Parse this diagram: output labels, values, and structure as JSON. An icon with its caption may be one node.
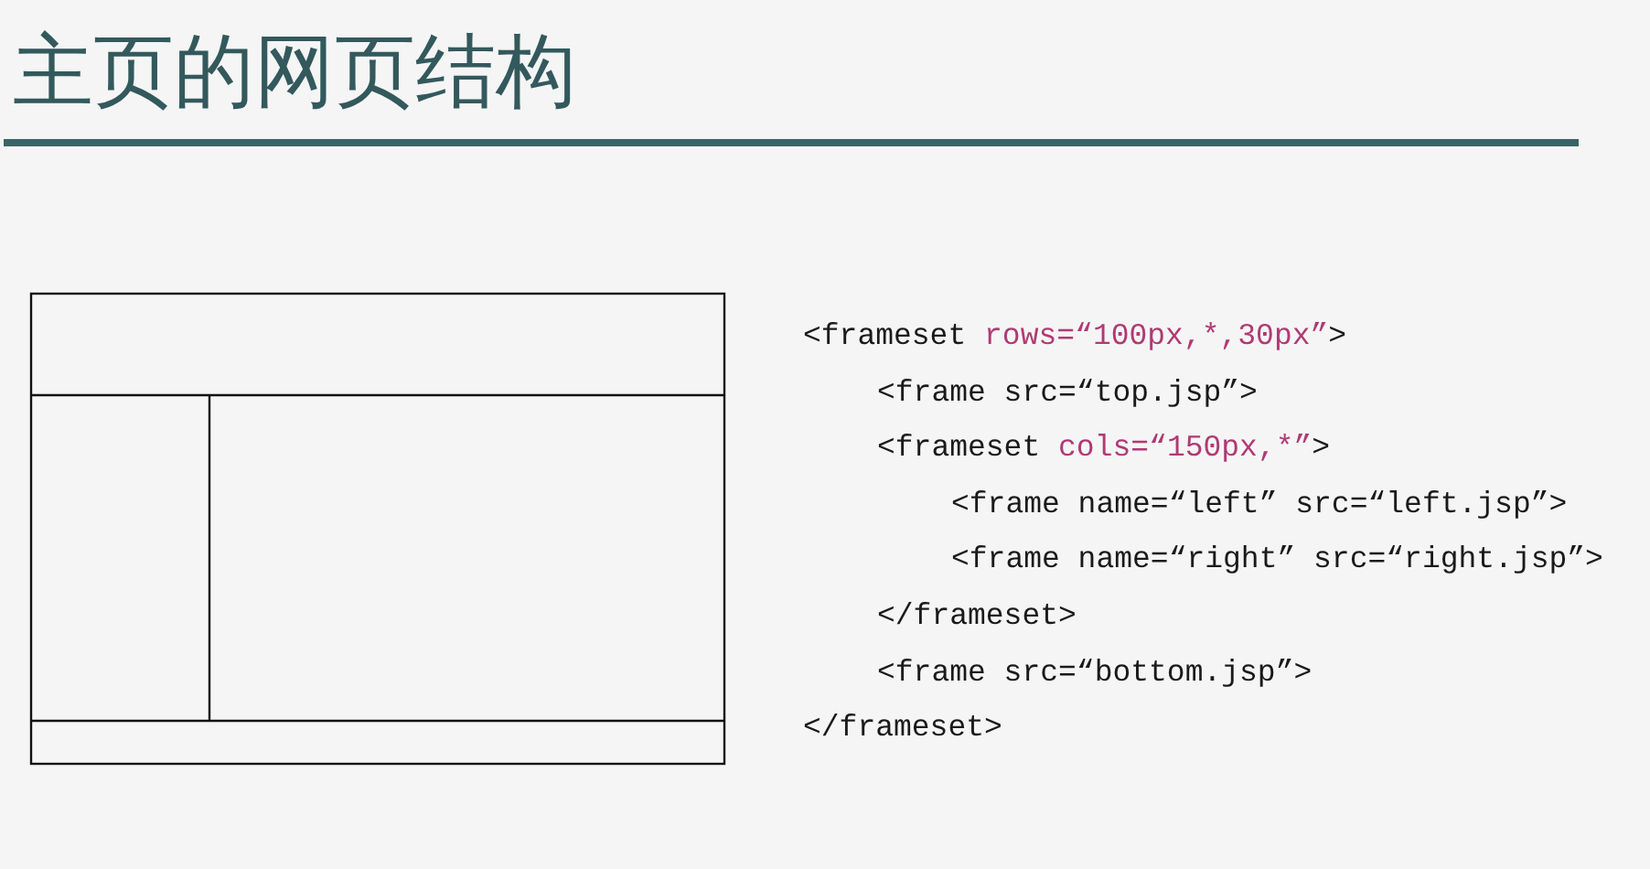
{
  "diagram": {
    "title": "主页的网页结构",
    "labels": [
      "<frameset rows=“100px,*,30px”>",
      "<frame src=“top.jsp”>",
      "<frameset cols=“150px,*”>",
      "<frame name=“left” src=“left.jsp”>",
      "<frame name=“right” src=“right.jsp”>",
      "</frameset>",
      "<frame src=“bottom.jsp”>",
      "</frameset>"
    ]
  }
}
